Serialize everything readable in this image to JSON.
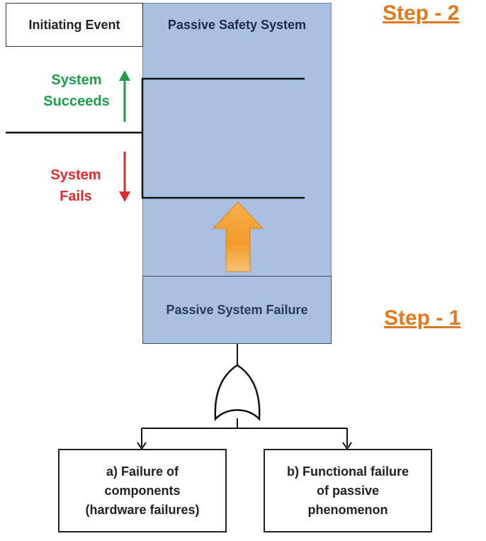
{
  "header": {
    "initiating_event": "Initiating Event",
    "passive_safety_system": "Passive Safety System"
  },
  "steps": {
    "step2": "Step - 2",
    "step1": "Step - 1"
  },
  "event_tree": {
    "success_label": "System\nSucceeds",
    "fail_label": "System\nFails"
  },
  "passive_failure_box": "Passive System Failure",
  "fault_tree": {
    "gate": "or-gate-icon",
    "left_box": "a) Failure of\ncomponents\n(hardware failures)",
    "right_box": "b) Functional failure\nof passive\nphenomenon"
  },
  "colors": {
    "column_blue": "#a9c0e0",
    "step_orange": "#e07a1f",
    "success_green": "#1f9e4a",
    "fail_red": "#e02a2a",
    "arrow_orange": "#f0a030"
  }
}
